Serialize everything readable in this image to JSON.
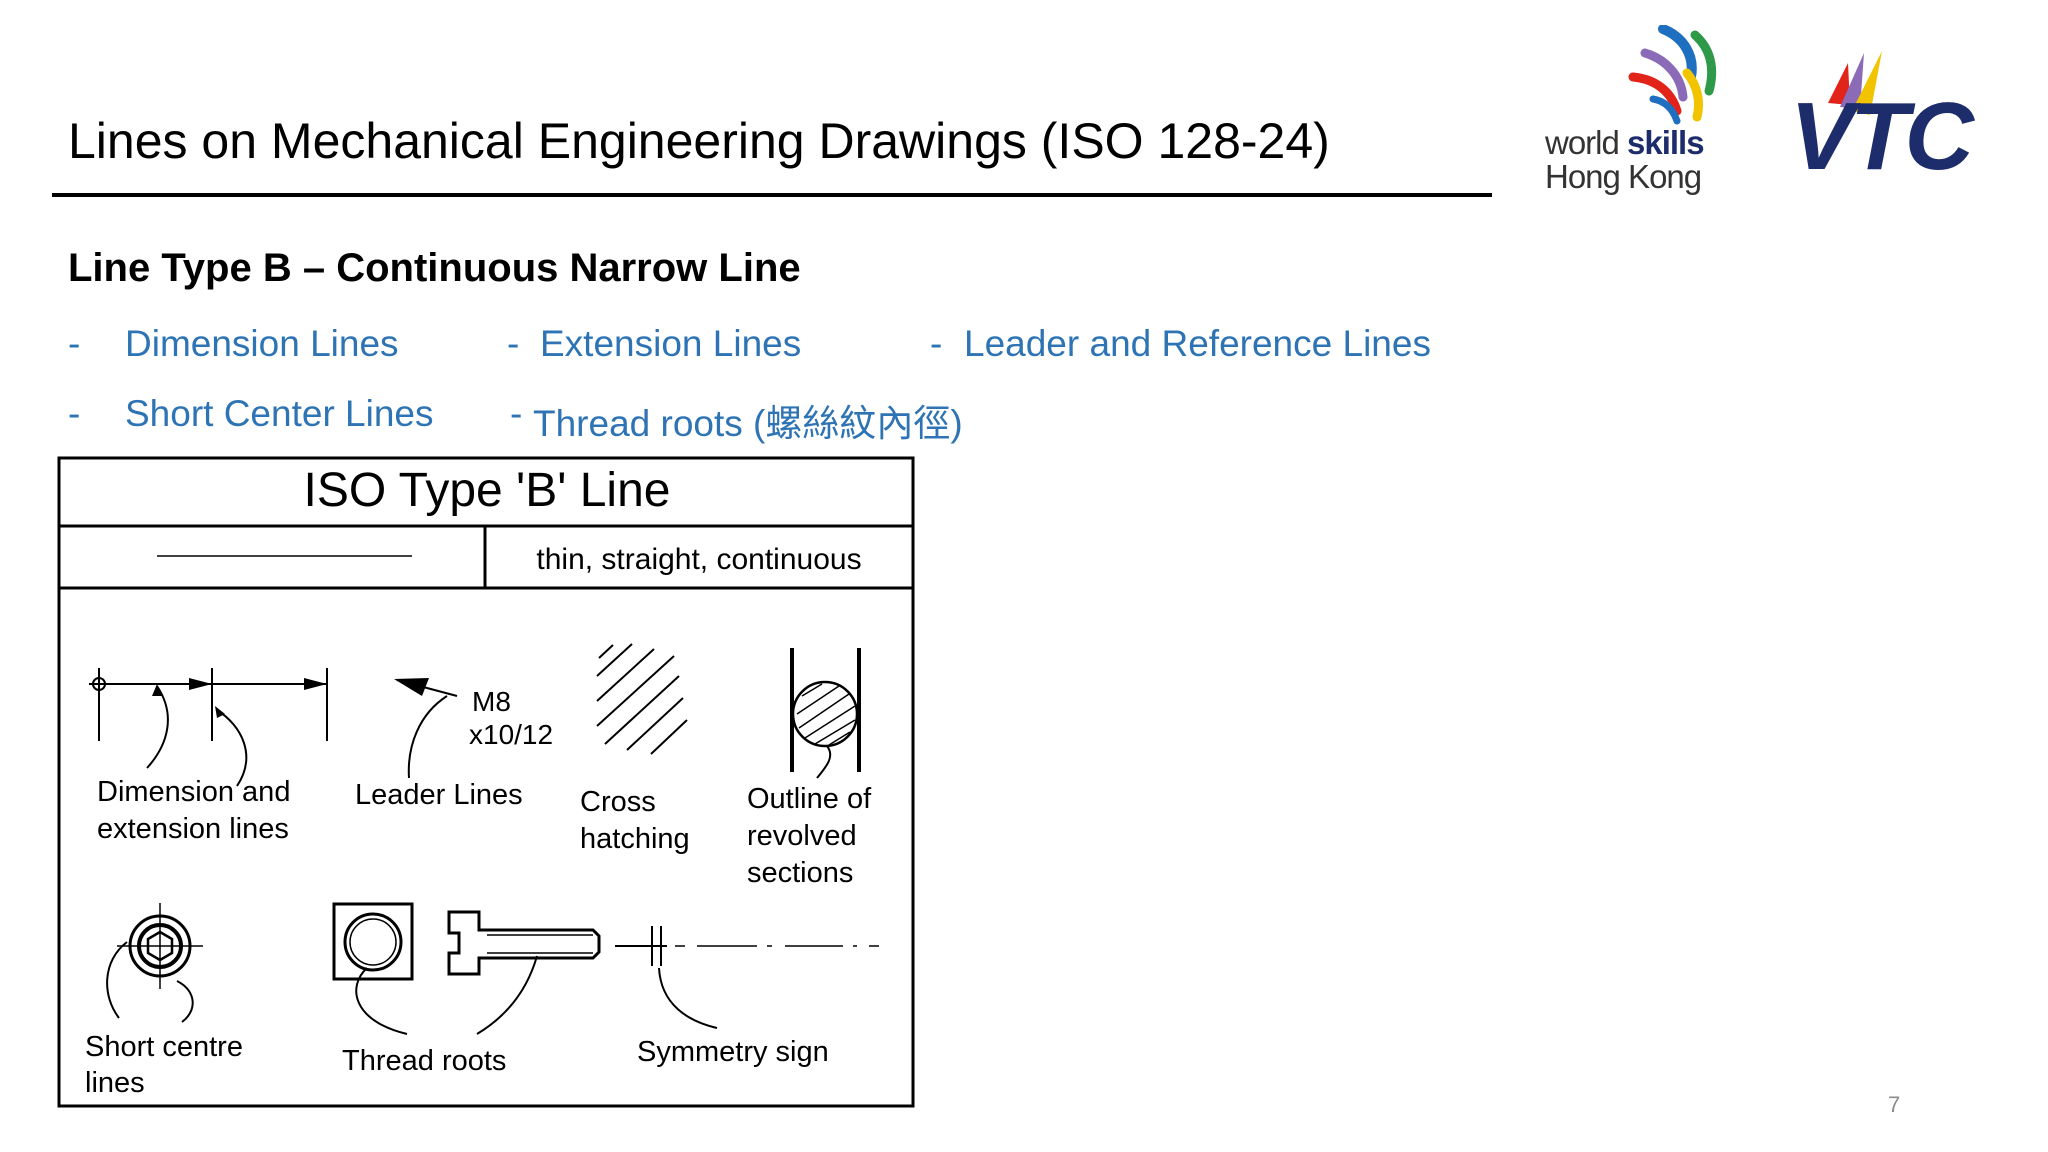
{
  "slide": {
    "title": "Lines on Mechanical Engineering Drawings (ISO 128-24)",
    "subtitle": "Line Type B – Continuous Narrow Line",
    "bullets_row1": [
      {
        "dash": "-",
        "label": "Dimension Lines"
      },
      {
        "dash": "-",
        "label": "Extension Lines"
      },
      {
        "dash": "-",
        "label": "Leader and Reference Lines"
      }
    ],
    "bullets_row2": [
      {
        "dash": "-",
        "label": "Short Center Lines"
      },
      {
        "dash": "-",
        "label": "Thread roots (螺絲紋內徑)"
      }
    ],
    "page_number": "7"
  },
  "logos": {
    "worldskills": {
      "line1_a": "world",
      "line1_b": "skills",
      "line2": "Hong Kong"
    },
    "vtc": "VTC",
    "colors": {
      "navy": "#1d2d6b",
      "accent_yellow": "#f2c400",
      "accent_red": "#e2231a",
      "accent_purple": "#8b6bb8",
      "accent_green": "#2e9a49",
      "accent_blue": "#1f6fc0"
    }
  },
  "diagram": {
    "heading": "ISO Type 'B' Line",
    "description": "thin, straight, continuous",
    "labels": {
      "dimension_1": "Dimension and",
      "dimension_2": "extension lines",
      "leader": "Leader Lines",
      "m8": "M8",
      "x10": "x10/12",
      "cross_1": "Cross",
      "cross_2": "hatching",
      "outline_1": "Outline of",
      "outline_2": "revolved",
      "outline_3": "sections",
      "short_1": "Short centre",
      "short_2": "lines",
      "thread": "Thread roots",
      "symmetry": "Symmetry sign"
    }
  },
  "colors": {
    "bullet_text": "#2e74b5",
    "page_number": "#8c8c8c"
  }
}
